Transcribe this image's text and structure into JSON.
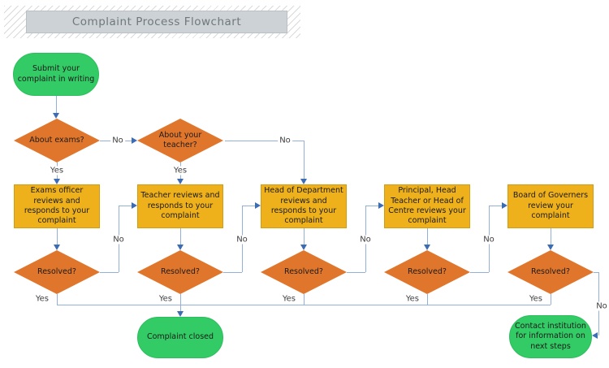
{
  "title": {
    "text": "Complaint Process Flowchart"
  },
  "edge_labels": {
    "yes": "Yes",
    "no": "No"
  },
  "nodes": {
    "start": "Submit your complaint in writing",
    "about_exams": "About exams?",
    "about_teacher": "About your teacher?",
    "exams_officer": "Exams officer reviews and responds to your complaint",
    "teacher_reviews": "Teacher reviews and responds to your complaint",
    "head_of_department": "Head of Department reviews and responds to your complaint",
    "principal": "Principal, Head Teacher or Head of Centre reviews your complaint",
    "board_of_governors": "Board of Governers review your complaint",
    "resolved": "Resolved?",
    "complaint_closed": "Complaint closed",
    "contact_institution": "Contact institution for information on next steps"
  },
  "colors": {
    "process_fill": "#efb11b",
    "process_border": "#d39b10",
    "decision_fill": "#e0762c",
    "terminator_fill": "#33cb65",
    "connector_line": "#92b0d9",
    "arrowhead": "#3c6cb4",
    "title_text": "#70787c",
    "title_box_fill": "#ccd2d5"
  }
}
